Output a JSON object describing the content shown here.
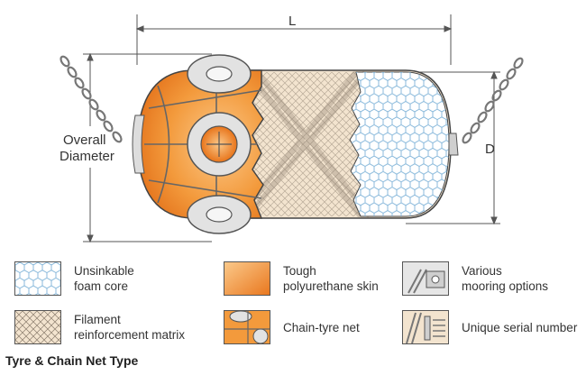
{
  "diagram": {
    "dimension_length": "L",
    "dimension_diameter": "D",
    "overall_diameter_line1": "Overall",
    "overall_diameter_line2": "Diameter"
  },
  "legend": [
    {
      "label": "Unsinkable\nfoam core",
      "icon": "foam-core-swatch"
    },
    {
      "label": "Tough\npolyurethane skin",
      "icon": "polyurethane-skin-swatch"
    },
    {
      "label": "Various\nmooring options",
      "icon": "mooring-options-swatch"
    },
    {
      "label": "Filament\nreinforcement matrix",
      "icon": "filament-matrix-swatch"
    },
    {
      "label": "Chain-tyre net",
      "icon": "chain-tyre-net-swatch"
    },
    {
      "label": "Unique serial number",
      "icon": "serial-number-swatch"
    }
  ],
  "caption": "Tyre & Chain Net Type",
  "colors": {
    "orange_light": "#fbc98a",
    "orange_dark": "#e8741a",
    "body_beige": "#f3e4cf",
    "foam_blue": "#7fb3d8",
    "outline": "#444444"
  }
}
